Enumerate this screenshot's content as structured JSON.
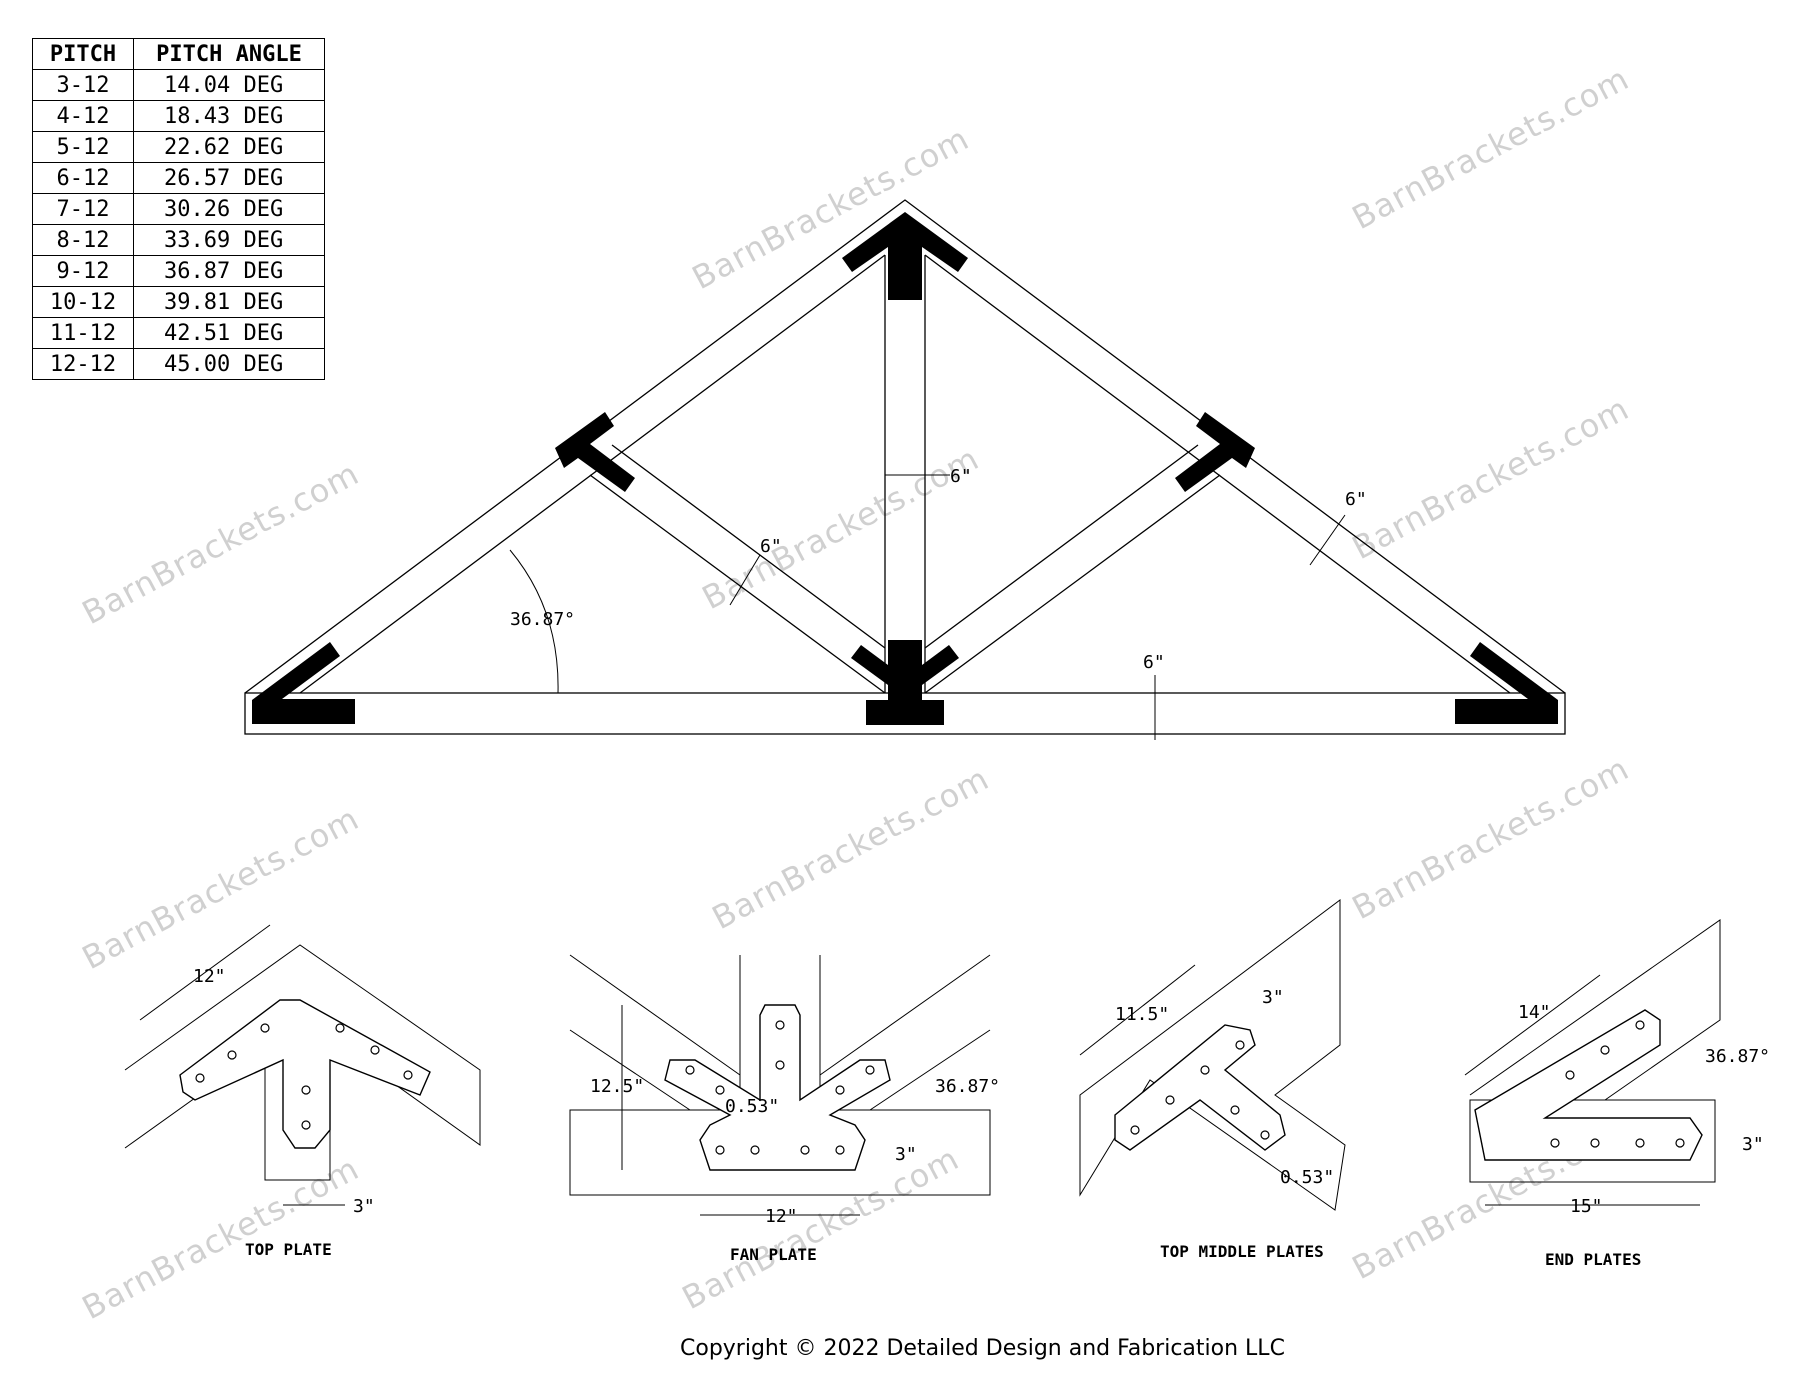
{
  "pitch_table": {
    "headers": [
      "PITCH",
      "PITCH ANGLE"
    ],
    "rows": [
      [
        "3-12",
        "14.04 DEG"
      ],
      [
        "4-12",
        "18.43 DEG"
      ],
      [
        "5-12",
        "22.62 DEG"
      ],
      [
        "6-12",
        "26.57 DEG"
      ],
      [
        "7-12",
        "30.26 DEG"
      ],
      [
        "8-12",
        "33.69 DEG"
      ],
      [
        "9-12",
        "36.87 DEG"
      ],
      [
        "10-12",
        "39.81 DEG"
      ],
      [
        "11-12",
        "42.51 DEG"
      ],
      [
        "12-12",
        "45.00 DEG"
      ]
    ]
  },
  "truss": {
    "angle_label": "36.87°",
    "king_post_width": "6\"",
    "web_width": "6\"",
    "rafter_width": "6\"",
    "bottom_chord_width": "6\""
  },
  "details": {
    "top_plate": {
      "caption": "TOP PLATE",
      "length": "12\"",
      "width": "3\""
    },
    "fan_plate": {
      "caption": "FAN PLATE",
      "height": "12.5\"",
      "hole": "0.53\"",
      "angle": "36.87°",
      "width": "3\"",
      "length": "12\""
    },
    "top_middle_plates": {
      "caption": "TOP MIDDLE PLATES",
      "length": "11.5\"",
      "width": "3\"",
      "hole": "0.53\""
    },
    "end_plates": {
      "caption": "END PLATES",
      "leg": "14\"",
      "angle": "36.87°",
      "width": "3\"",
      "length": "15\""
    }
  },
  "watermark": "BarnBrackets.com",
  "copyright": "Copyright © 2022 Detailed Design and Fabrication LLC"
}
